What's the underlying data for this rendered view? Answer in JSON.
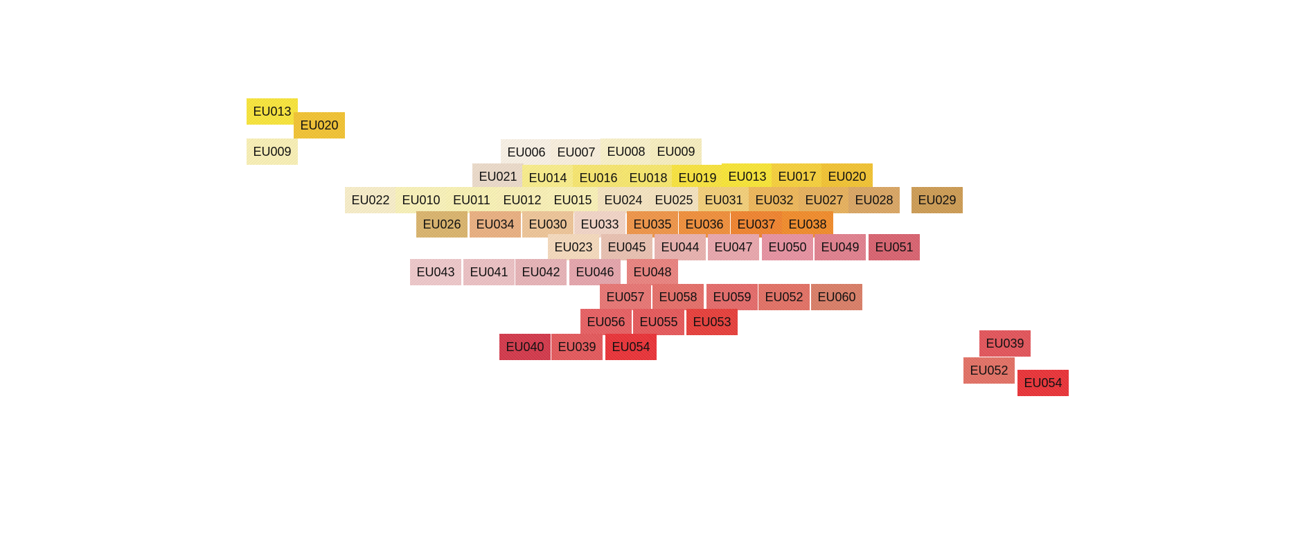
{
  "tiles": [
    {
      "label": "EU013",
      "color": "#F7E43A"
    },
    {
      "label": "EU020",
      "color": "#F1C232"
    },
    {
      "label": "EU009",
      "color": "#F8EFB5"
    },
    {
      "label": "EU006",
      "color": "#F8F0E4"
    },
    {
      "label": "EU007",
      "color": "#F8EEDC"
    },
    {
      "label": "EU008",
      "color": "#F8F0C8"
    },
    {
      "label": "EU009",
      "color": "#F6EDBE"
    },
    {
      "label": "EU021",
      "color": "#EBDAC9"
    },
    {
      "label": "EU014",
      "color": "#F8EC8A"
    },
    {
      "label": "EU016",
      "color": "#F6E56E"
    },
    {
      "label": "EU018",
      "color": "#F6E66C"
    },
    {
      "label": "EU019",
      "color": "#F7E23D"
    },
    {
      "label": "EU013",
      "color": "#F7E436"
    },
    {
      "label": "EU017",
      "color": "#F5CF3B"
    },
    {
      "label": "EU020",
      "color": "#F1C232"
    },
    {
      "label": "EU022",
      "color": "#F7EDC8"
    },
    {
      "label": "EU010",
      "color": "#F8F1B8"
    },
    {
      "label": "EU011",
      "color": "#F8F1B4"
    },
    {
      "label": "EU012",
      "color": "#F8EFB5"
    },
    {
      "label": "EU015",
      "color": "#F8F0B6"
    },
    {
      "label": "EU024",
      "color": "#F4E3C0"
    },
    {
      "label": "EU025",
      "color": "#F3E1BE"
    },
    {
      "label": "EU031",
      "color": "#F2CE78"
    },
    {
      "label": "EU032",
      "color": "#EDB659"
    },
    {
      "label": "EU027",
      "color": "#E6B05C"
    },
    {
      "label": "EU028",
      "color": "#D9A563"
    },
    {
      "label": "EU029",
      "color": "#CC9B53"
    },
    {
      "label": "EU026",
      "color": "#D9B36C"
    },
    {
      "label": "EU034",
      "color": "#E9AF80"
    },
    {
      "label": "EU030",
      "color": "#EDC497"
    },
    {
      "label": "EU033",
      "color": "#F1D4C6"
    },
    {
      "label": "EU035",
      "color": "#EE9447"
    },
    {
      "label": "EU036",
      "color": "#EF8E3A"
    },
    {
      "label": "EU037",
      "color": "#EF832E"
    },
    {
      "label": "EU038",
      "color": "#F08B2A"
    },
    {
      "label": "EU023",
      "color": "#F4D9BC"
    },
    {
      "label": "EU045",
      "color": "#E8C0B0"
    },
    {
      "label": "EU044",
      "color": "#E8B1AE"
    },
    {
      "label": "EU047",
      "color": "#E8A6AC"
    },
    {
      "label": "EU050",
      "color": "#E691A0"
    },
    {
      "label": "EU049",
      "color": "#E07F8D"
    },
    {
      "label": "EU051",
      "color": "#D8626F"
    },
    {
      "label": "EU043",
      "color": "#EDC7C9"
    },
    {
      "label": "EU041",
      "color": "#EBC0C3"
    },
    {
      "label": "EU042",
      "color": "#E6B2B6"
    },
    {
      "label": "EU046",
      "color": "#E4A4AB"
    },
    {
      "label": "EU048",
      "color": "#E9827E"
    },
    {
      "label": "EU057",
      "color": "#E77573"
    },
    {
      "label": "EU058",
      "color": "#E46E68"
    },
    {
      "label": "EU059",
      "color": "#E46A69"
    },
    {
      "label": "EU052",
      "color": "#E27064"
    },
    {
      "label": "EU060",
      "color": "#D97D66"
    },
    {
      "label": "EU056",
      "color": "#E65F62"
    },
    {
      "label": "EU055",
      "color": "#E5585A"
    },
    {
      "label": "EU053",
      "color": "#E63E3A"
    },
    {
      "label": "EU040",
      "color": "#D2384A"
    },
    {
      "label": "EU039",
      "color": "#E3585B"
    },
    {
      "label": "EU054",
      "color": "#E93237"
    },
    {
      "label": "EU039",
      "color": "#E2545A"
    },
    {
      "label": "EU052",
      "color": "#E27064"
    },
    {
      "label": "EU054",
      "color": "#E93237"
    }
  ]
}
